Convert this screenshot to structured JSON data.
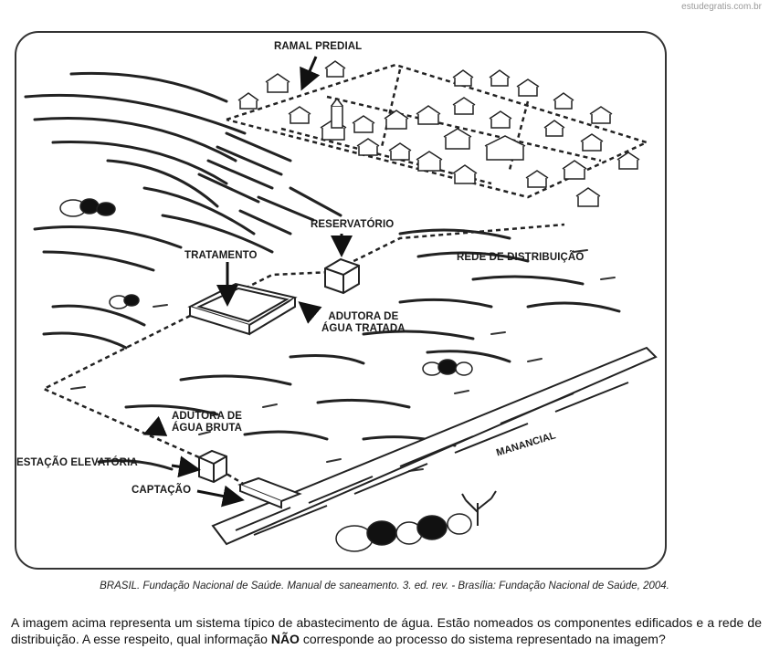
{
  "watermark": "estudegratis.com.br",
  "diagram": {
    "labels": {
      "ramal_predial": "RAMAL PREDIAL",
      "reservatorio": "RESERVATÓRIO",
      "tratamento": "TRATAMENTO",
      "rede_distribuicao": "REDE DE DISTRIBUIÇÃO",
      "adutora_tratada_l1": "ADUTORA DE",
      "adutora_tratada_l2": "ÁGUA TRATADA",
      "adutora_bruta_l1": "ADUTORA DE",
      "adutora_bruta_l2": "ÁGUA BRUTA",
      "estacao_elevatoria": "ESTAÇÃO ELEVATÓRIA",
      "captacao": "CAPTAÇÃO",
      "manancial": "MANANCIAL"
    }
  },
  "caption": "BRASIL. Fundação Nacional de Saúde. Manual de saneamento. 3. ed. rev. - Brasília: Fundação Nacional de Saúde, 2004.",
  "question": {
    "part1": "A imagem acima representa um sistema típico de abastecimento de água. Estão nomeados os componentes edificados e a rede de distribuição. A esse respeito, qual informação ",
    "emphasis": "NÃO",
    "part2": " corresponde ao processo do sistema representado na imagem?"
  }
}
